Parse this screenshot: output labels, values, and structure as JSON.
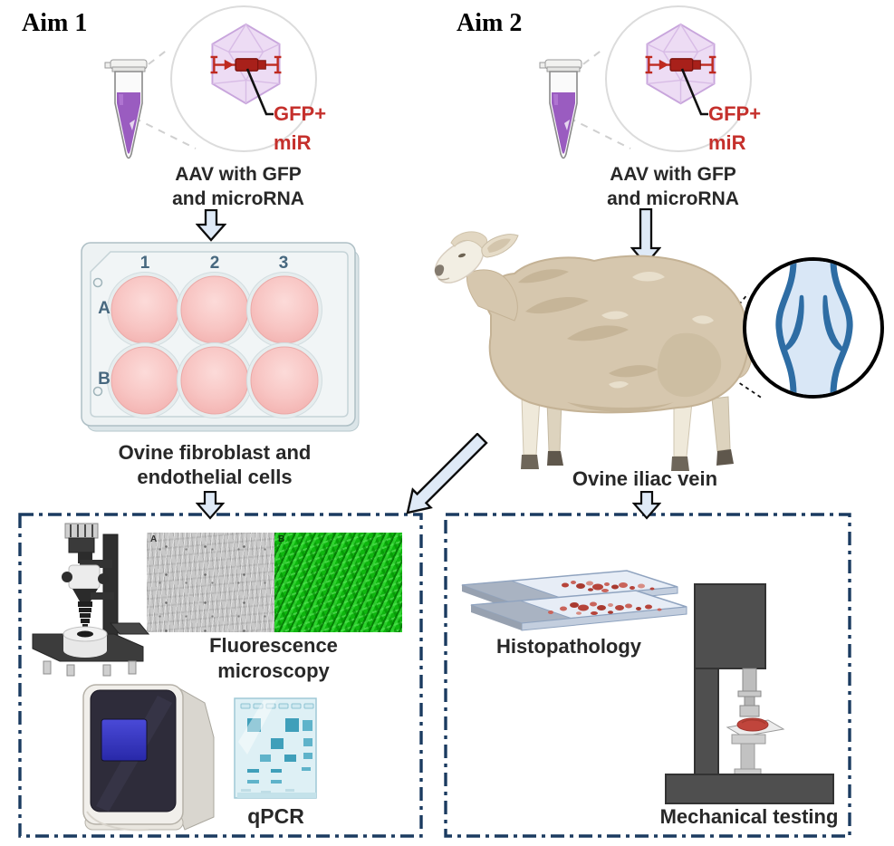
{
  "aim1": {
    "title": "Aim 1",
    "payload": {
      "line1": "GFP+",
      "line2": "miR"
    },
    "vector_label": {
      "line1": "AAV with GFP",
      "line2": "and microRNA"
    },
    "plate": {
      "columns": [
        "1",
        "2",
        "3"
      ],
      "rows": [
        "A",
        "B"
      ]
    },
    "cells_label": {
      "line1": "Ovine fibroblast and",
      "line2": "endothelial cells"
    }
  },
  "aim2": {
    "title": "Aim 2",
    "payload": {
      "line1": "GFP+",
      "line2": "miR"
    },
    "vector_label": {
      "line1": "AAV with GFP",
      "line2": "and microRNA"
    },
    "vein_label": "Ovine iliac vein"
  },
  "left_box": {
    "image_a_label": "A",
    "image_b_label": "B",
    "microscopy_label": {
      "line1": "Fluorescence",
      "line2": "microscopy"
    },
    "qpcr_label": "qPCR"
  },
  "right_box": {
    "histopathology_label": "Histopathology",
    "mechanical_label": "Mechanical testing"
  },
  "colors": {
    "box_border": "#1b3b60",
    "arrow_fill": "#dfeaf7",
    "payload_red": "#c5302c",
    "liquid_purple": "#9a5cc0",
    "capsid_purple": "#eddcf4",
    "well_pink": "#f8c9c7",
    "fluorescence_green": "#0fb60f",
    "vein_blue": "#2e6da4"
  }
}
